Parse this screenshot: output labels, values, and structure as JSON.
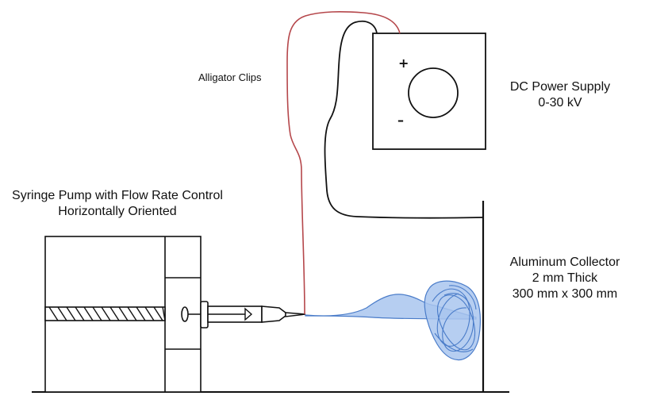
{
  "labels": {
    "alligator_clips": "Alligator Clips",
    "power_supply_line1": "DC Power Supply",
    "power_supply_line2": "0-30 kV",
    "pump_line1": "Syringe Pump with Flow Rate Control",
    "pump_line2": "Horizontally Oriented",
    "collector_line1": "Aluminum Collector",
    "collector_line2": "2 mm Thick",
    "collector_line3": "300 mm x 300 mm",
    "plus_sign": "+",
    "minus_sign": "–"
  },
  "colors": {
    "outline": "#111111",
    "positive_wire": "#b5474b",
    "fiber_fill": "#a9c6ee",
    "fiber_stroke": "#4a7cc9"
  }
}
